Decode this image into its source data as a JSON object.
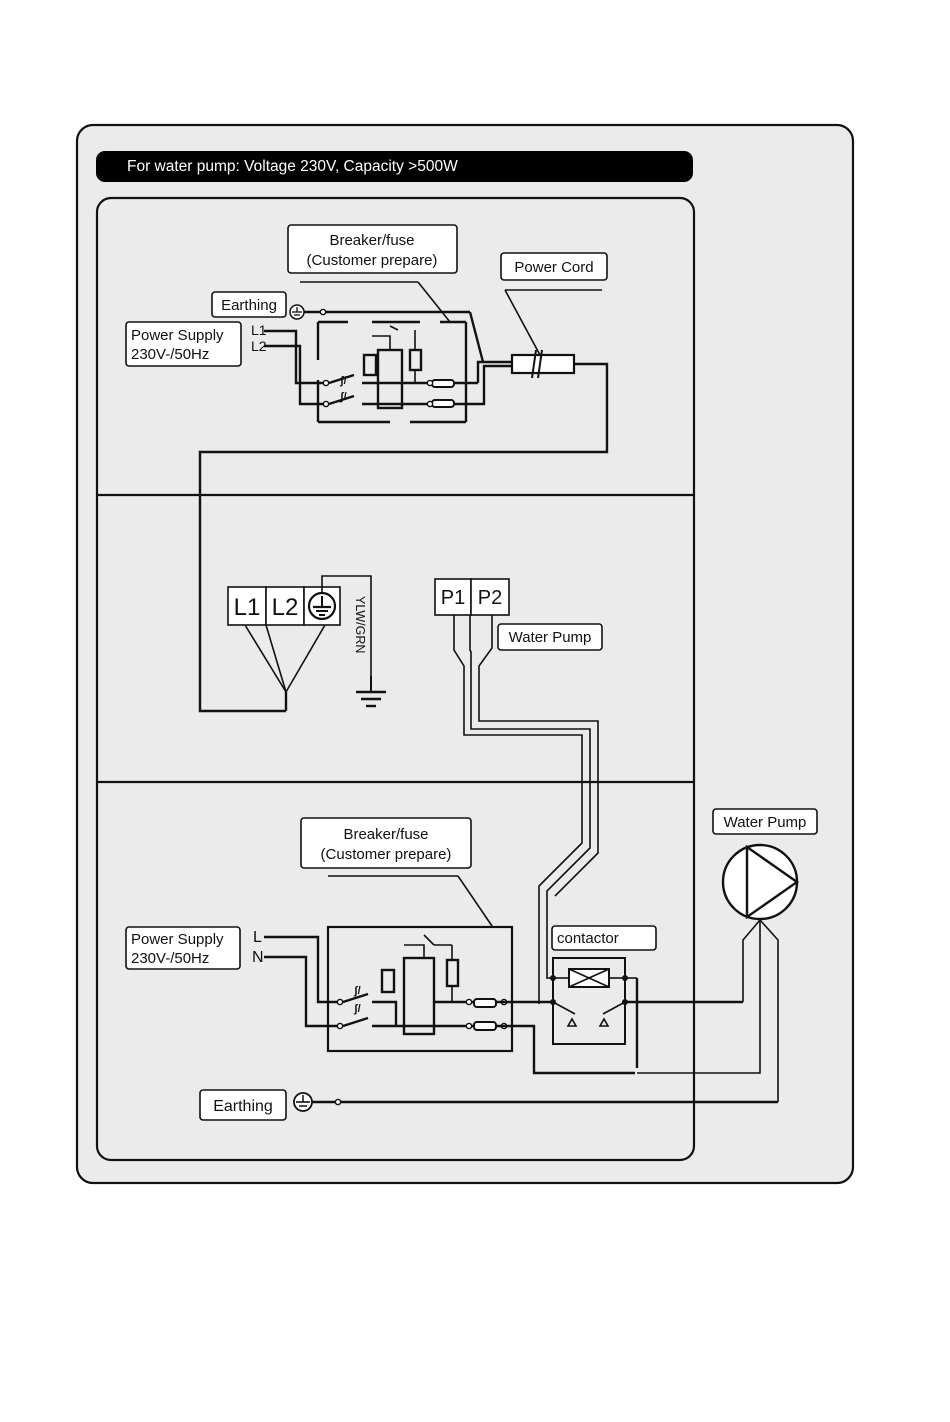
{
  "header": {
    "title": "For water pump: Voltage 230V, Capacity >500W"
  },
  "panel1": {
    "breaker_line1": "Breaker/fuse",
    "breaker_line2": "(Customer prepare)",
    "power_cord": "Power Cord",
    "earthing": "Earthing",
    "supply_line1": "Power Supply",
    "supply_line2": "230V-/50Hz",
    "l1": "L1",
    "l2": "L2"
  },
  "panel2": {
    "terminal_l1": "L1",
    "terminal_l2": "L2",
    "wire_color": "YLW/GRN",
    "terminal_p1": "P1",
    "terminal_p2": "P2",
    "water_pump": "Water Pump"
  },
  "panel3": {
    "breaker_line1": "Breaker/fuse",
    "breaker_line2": "(Customer prepare)",
    "supply_line1": "Power Supply",
    "supply_line2": "230V-/50Hz",
    "l": "L",
    "n": "N",
    "contactor": "contactor",
    "earthing": "Earthing"
  },
  "external": {
    "water_pump": "Water Pump"
  },
  "colors": {
    "line": "#111111",
    "panel_bg": "#ebebeb",
    "header_bg": "#000000",
    "header_text": "#ffffff"
  }
}
